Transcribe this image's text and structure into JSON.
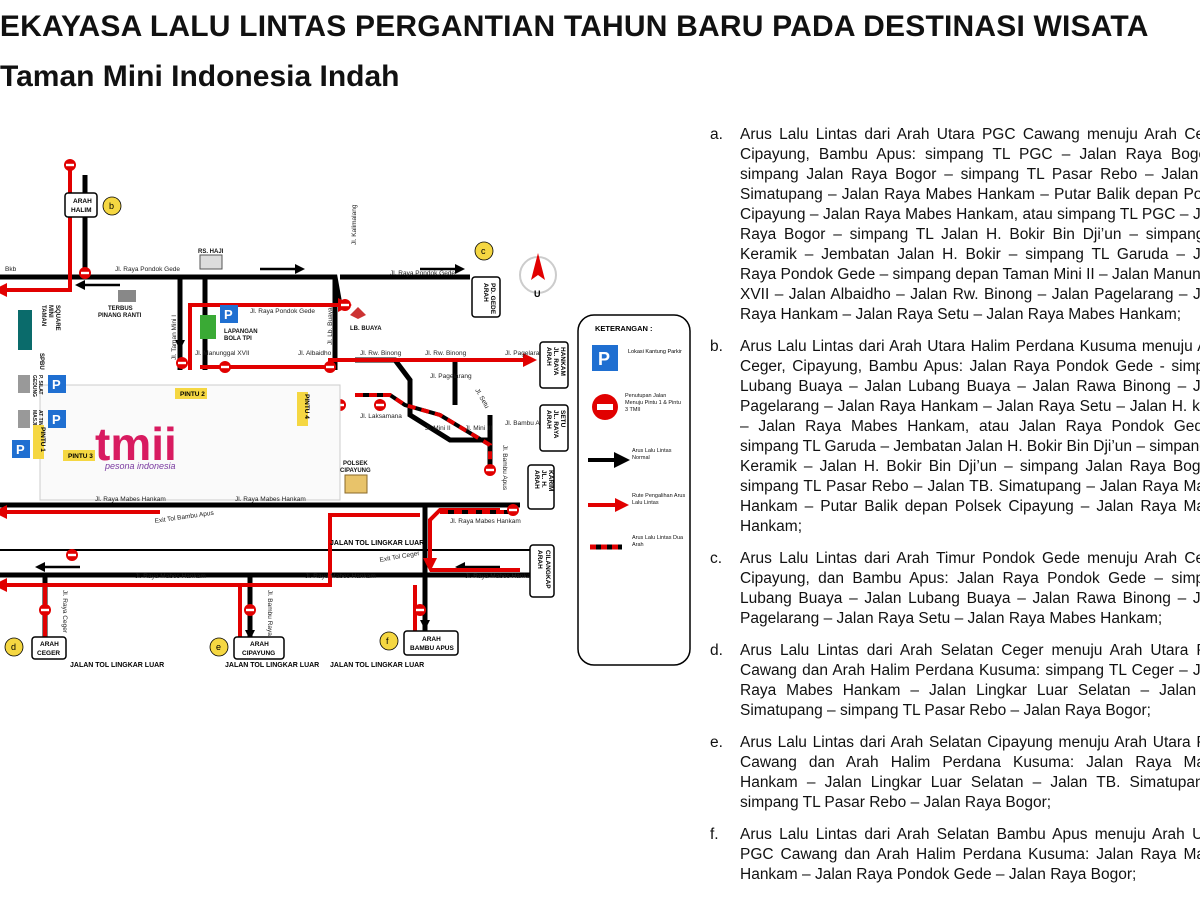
{
  "title": "REKAYASA LALU LINTAS PERGANTIAN TAHUN BARU PADA DESTINASI WISATA",
  "subtitle": "Taman Mini Indonesia Indah",
  "map": {
    "directions": {
      "b": {
        "letter": "b",
        "l1": "ARAH",
        "l2": "HALIM"
      },
      "c": {
        "letter": "c",
        "l1": "ARAH",
        "l2": "PD. GEDE"
      },
      "d": {
        "letter": "d",
        "l1": "ARAH",
        "l2": "CEGER"
      },
      "e": {
        "letter": "e",
        "l1": "ARAH",
        "l2": "CIPAYUNG"
      },
      "f": {
        "letter": "f",
        "l1": "ARAH",
        "l2": "BAMBU APUS"
      },
      "hankam": {
        "l1": "ARAH",
        "l2": "JL. RAYA",
        "l3": "HANKAM"
      },
      "setu": {
        "l1": "ARAH",
        "l2": "JL. RAYA",
        "l3": "SETU"
      },
      "karim": {
        "l1": "ARAH",
        "l2": "JL. H.",
        "l3": "KARIM"
      },
      "cilangkap": {
        "l1": "ARAH",
        "l2": "CILANGKAP"
      }
    },
    "roads": {
      "pondok_gede_1": "Jl. Raya Pondok Gede",
      "pondok_gede_2": "Jl. Raya Pondok Gede",
      "pondok_gede_3": "Jl. Raya Pondok Gede",
      "kalimalang": "Jl. Kalimalang",
      "taman_mini": "Jl. Taman Mini I",
      "manunggal": "Jl. Manunggal XVII",
      "albaidho": "Jl. Albaidho",
      "lb_buaya": "Jl. Lb. Buaya",
      "rw_binong_1": "Jl. Rw. Binong",
      "rw_binong_2": "Jl. Rw. Binong",
      "pagelarang_1": "Jl. Pagelarang",
      "pagelarang_2": "Jl. Pagelarang",
      "laksamana": "Jl. Laksamana",
      "mini_2": "Jl. Mini II",
      "mini_3": "Jl. Mini III",
      "setu": "Jl. Setu",
      "bambu_apus_r": "Jl. Bambu Apus",
      "bambu_apus_v": "Jl. Bambu Apus",
      "mabes_1": "Jl. Raya Mabes Hankam",
      "mabes_2": "Jl. Raya Mabes Hankam",
      "mabes_3": "Jl. Raya Mabes Hankam",
      "mabes_4": "Jl. Raya Mabes Hankam",
      "mabes_5": "Jl. Raya Mabes Hankam",
      "mabes_6": "Jl. Raya Mabes Hankam",
      "ceger": "Jl. Raya Ceger",
      "bambu_raya": "Jl. Bambu Raya",
      "tol_1": "JALAN TOL LINGKAR LUAR",
      "tol_2": "JALAN TOL LINGKAR LUAR",
      "tol_3": "JALAN TOL LINGKAR LUAR",
      "tol_4": "JALAN TOL LINGKAR LUAR",
      "exit_bambu": "Exit Tol Bambu Apus",
      "exit_ceger": "Exit Tol Ceger",
      "bkt": "Bkb"
    },
    "places": {
      "rs_haji": "RS. HAJI",
      "terbus_1": "TERBUS",
      "terbus_2": "PINANG RANTI",
      "lap_1": "LAPANGAN",
      "lap_2": "BOLA TPI",
      "lb_buaya": "LB. BUAYA",
      "taman_mini_sq_1": "TAMAN",
      "taman_mini_sq_2": "MINI",
      "taman_mini_sq_3": "SQUARE",
      "spbu": "SPBU",
      "gedung_1": "GEDUNG",
      "gedung_2": "P. SILAT",
      "masjid_1": "MASJID",
      "masjid_2": "AT TIN",
      "polsek_1": "POLSEK",
      "polsek_2": "CIPAYUNG",
      "pintu_1": "PINTU 1",
      "pintu_2": "PINTU 2",
      "pintu_3": "PINTU 3",
      "pintu_4": "PINTU 4"
    },
    "logo": {
      "tagline": "pesona indonesia",
      "text": "tmii"
    },
    "legend": {
      "title": "KETERANGAN :",
      "parking": "Lokasi Kantung Parkir",
      "closure": "Penutupan Jalan Menuju Pintu 1 & Pintu 3 TMII",
      "normal": "Arus Lalu Lintas Normal",
      "diversion": "Rute Pengalihan Arus Lalu Lintas",
      "two_way": "Arus Lalu Lintas Dua Arah"
    },
    "compass": "U",
    "colors": {
      "road": "#000000",
      "diversion": "#e10000",
      "label_bg": "#f5d742",
      "parking": "#1f6fd1"
    }
  },
  "routes": [
    {
      "letter": "a.",
      "text": "Arus Lalu Lintas dari Arah Utara PGC Cawang menuju Arah Ceger, Cipayung, Bambu Apus: simpang TL PGC – Jalan Raya Bogor – simpang Jalan Raya Bogor – simpang TL Pasar Rebo – Jalan TB. Simatupang – Jalan Raya Mabes Hankam – Putar Balik depan Polsek Cipayung – Jalan Raya Mabes Hankam, atau simpang TL PGC – Jalan Raya Bogor – simpang TL Jalan H. Bokir Bin Dji’un – simpang TL Keramik – Jembatan Jalan H. Bokir – simpang TL Garuda – Jalan Raya Pondok Gede – simpang depan Taman Mini II – Jalan Manunggal XVII – Jalan Albaidho – Jalan Rw. Binong – Jalan Pagelarang – Jalan Raya Hankam – Jalan Raya Setu – Jalan Raya Mabes Hankam;"
    },
    {
      "letter": "b.",
      "text": "Arus Lalu Lintas dari Arah Utara Halim Perdana Kusuma menuju Arah Ceger, Cipayung, Bambu Apus: Jalan Raya Pondok Gede - simpang Lubang Buaya – Jalan Lubang Buaya – Jalan Rawa Binong – Jalan Pagelarang – Jalan Raya Hankam – Jalan Raya Setu – Jalan H. karim – Jalan Raya Mabes Hankam, atau Jalan Raya Pondok Gede – simpang TL Garuda – Jembatan Jalan H. Bokir Bin Dji’un – simpang TL Keramik – Jalan H. Bokir Bin Dji’un – simpang Jalan Raya Bogor – simpang TL Pasar Rebo – Jalan TB. Simatupang – Jalan Raya Mabes Hankam – Putar Balik depan Polsek Cipayung – Jalan Raya Mabes Hankam;"
    },
    {
      "letter": "c.",
      "text": "Arus Lalu Lintas dari Arah Timur Pondok Gede menuju Arah Ceger, Cipayung, dan Bambu Apus: Jalan Raya Pondok Gede – simpang Lubang Buaya – Jalan Lubang Buaya – Jalan Rawa Binong – Jalan Pagelarang – Jalan Raya Setu – Jalan Raya Mabes Hankam;"
    },
    {
      "letter": "d.",
      "text": "Arus Lalu Lintas dari Arah Selatan Ceger menuju Arah Utara PGC Cawang dan Arah Halim Perdana Kusuma: simpang TL Ceger – Jalan Raya Mabes Hankam – Jalan Lingkar Luar Selatan – Jalan TB. Simatupang – simpang TL Pasar Rebo – Jalan Raya Bogor;"
    },
    {
      "letter": "e.",
      "text": "Arus Lalu Lintas dari Arah Selatan Cipayung menuju Arah Utara PGC Cawang dan Arah Halim Perdana Kusuma: Jalan Raya Mabes Hankam – Jalan Lingkar Luar Selatan – Jalan TB. Simatupang – simpang TL Pasar Rebo – Jalan Raya Bogor;"
    },
    {
      "letter": "f.",
      "text": "Arus Lalu Lintas dari Arah Selatan Bambu Apus menuju Arah Utara PGC Cawang dan Arah Halim Perdana Kusuma: Jalan Raya Mabes Hankam – Jalan Raya Pondok Gede – Jalan Raya Bogor;"
    }
  ]
}
